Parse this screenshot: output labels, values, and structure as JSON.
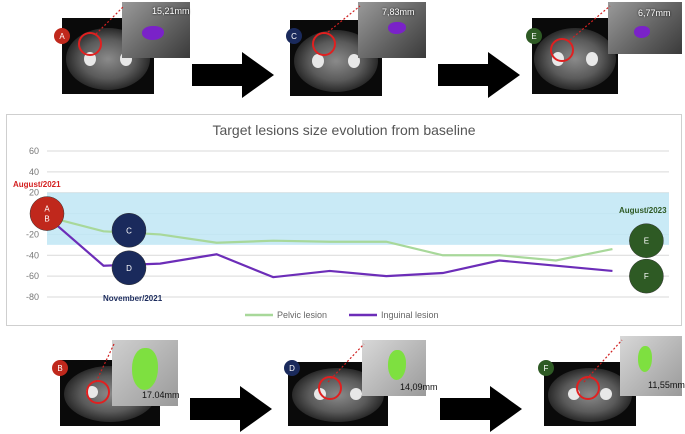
{
  "scans_top": [
    {
      "badge": "A",
      "measure": "15,21mm"
    },
    {
      "badge": "C",
      "measure": "7,83mm"
    },
    {
      "badge": "E",
      "measure": "6,77mm"
    }
  ],
  "scans_bottom": [
    {
      "badge": "B",
      "measure": "17.04mm"
    },
    {
      "badge": "D",
      "measure": "14,09mm"
    },
    {
      "badge": "F",
      "measure": "11,55mm"
    }
  ],
  "colors": {
    "badge_A": "#c0281c",
    "badge_B": "#c0281c",
    "badge_C": "#1a2a5c",
    "badge_D": "#1a2a5c",
    "badge_E": "#2e5a24",
    "badge_F": "#2e5a24",
    "pelvic": "#a8d89a",
    "inguinal": "#6c2db8",
    "band": "#bfe6f5",
    "date_red": "#d42020",
    "date_navy": "#1a2a5c"
  },
  "chart_data": {
    "type": "line",
    "title": "Target lesions size evolution from baseline",
    "xlabel": "",
    "ylabel": "",
    "ylim": [
      -80,
      60
    ],
    "yticks": [
      60,
      40,
      20,
      0,
      -20,
      -40,
      -60,
      -80
    ],
    "grid": true,
    "band": [
      -30,
      20
    ],
    "x": [
      0,
      1,
      2,
      3,
      4,
      5,
      6,
      7,
      8,
      9,
      10
    ],
    "series": [
      {
        "name": "Pelvic lesion",
        "values": [
          -3,
          -17,
          -20,
          -28,
          -26,
          -27,
          -27,
          -40,
          -40,
          -45,
          -34
        ]
      },
      {
        "name": "Inguinal lesion",
        "values": [
          -3,
          -50,
          -48,
          -39,
          -61,
          -55,
          -60,
          -57,
          -45,
          -50,
          -55
        ]
      }
    ],
    "markers": [
      {
        "label": "A",
        "sub": "B",
        "x": 0,
        "y": 0
      },
      {
        "label": "C",
        "x": 1.45,
        "y": -16
      },
      {
        "label": "D",
        "x": 1.45,
        "y": -52
      },
      {
        "label": "E",
        "x": 10.6,
        "y": -26
      },
      {
        "label": "F",
        "x": 10.6,
        "y": -60
      }
    ],
    "annotations": [
      "August/2021",
      "November/2021",
      "August/2023"
    ],
    "legend": [
      "Pelvic lesion",
      "Inguinal lesion"
    ],
    "legend_position": "bottom"
  }
}
